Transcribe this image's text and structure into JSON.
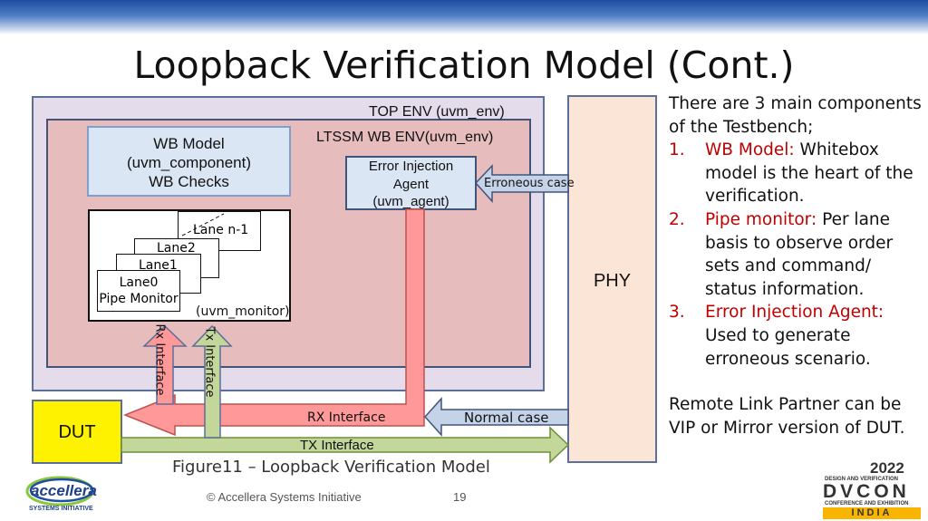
{
  "slide": {
    "title": "Loopback Verification Model (Cont.)"
  },
  "diagram": {
    "top_env": "TOP ENV (uvm_env)",
    "ltssm_env": "LTSSM WB ENV(uvm_env)",
    "wb_model": [
      "WB Model",
      "(uvm_component)",
      "WB Checks"
    ],
    "error_agent": [
      "Error Injection",
      "Agent",
      "(uvm_agent)"
    ],
    "lanes": {
      "lane_n": "Lane n-1",
      "lane2": "Lane2",
      "lane1": "Lane1",
      "lane0_a": "Lane0",
      "lane0_b": "Pipe Monitor"
    },
    "monitor_tag": "(uvm_monitor)",
    "rx_vertical": "Rx Interface",
    "tx_vertical": "Tx Interface",
    "erroneous_case": "Erroneous case",
    "phy": "PHY",
    "dut": "DUT",
    "rx_interface": "RX Interface",
    "normal_case": "Normal case",
    "tx_interface": "TX Interface",
    "caption": "Figure11 – Loopback Verification Model"
  },
  "bullets": {
    "intro": "There are 3 main components of the Testbench;",
    "items": [
      {
        "num": "1.",
        "label": "WB Model:",
        "text": " Whitebox model is the heart of the verification."
      },
      {
        "num": "2.",
        "label": "Pipe monitor:",
        "text": " Per lane basis to observe order sets and command/ status information."
      },
      {
        "num": "3.",
        "label": "Error Injection Agent:",
        "text": " Used to generate erroneous scenario."
      }
    ],
    "remote": "Remote Link Partner can be VIP or Mirror version of DUT."
  },
  "footer": {
    "copyright": "© Accellera Systems Initiative",
    "page": "19",
    "logo_name": "accellera",
    "logo_sub": "SYSTEMS INITIATIVE",
    "conf_year": "2022",
    "conf_top": "DESIGN AND VERIFICATION",
    "conf_name": "DVCON",
    "conf_sub": "CONFERENCE AND EXHIBITION",
    "conf_country": "INDIA"
  },
  "colors": {
    "top_env_fill": "#e4dcea",
    "ltssm_fill": "#e6bcbc",
    "wb_fill": "#dbe6f4",
    "phy_fill": "#fbe5d6",
    "dut_fill": "#fff200",
    "rx_arrow": "#ff9999",
    "tx_arrow": "#c4d79b",
    "normal_arrow": "#c5d3e8",
    "accent_red": "#c00000"
  }
}
